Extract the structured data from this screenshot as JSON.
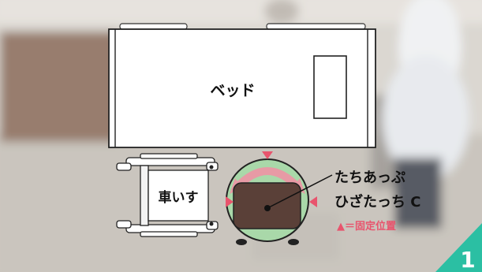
{
  "labels": {
    "bed": "ベッド",
    "wheelchair": "車いす",
    "device_line1": "たちあっぷ",
    "device_line2": "ひざたっち C",
    "legend": "▲＝固定位置",
    "step_badge": "1"
  },
  "colors": {
    "marker": "#e8546d",
    "turntable": "#a9d8a9",
    "seat": "#5a4038",
    "badge": "#2bbfa3"
  }
}
